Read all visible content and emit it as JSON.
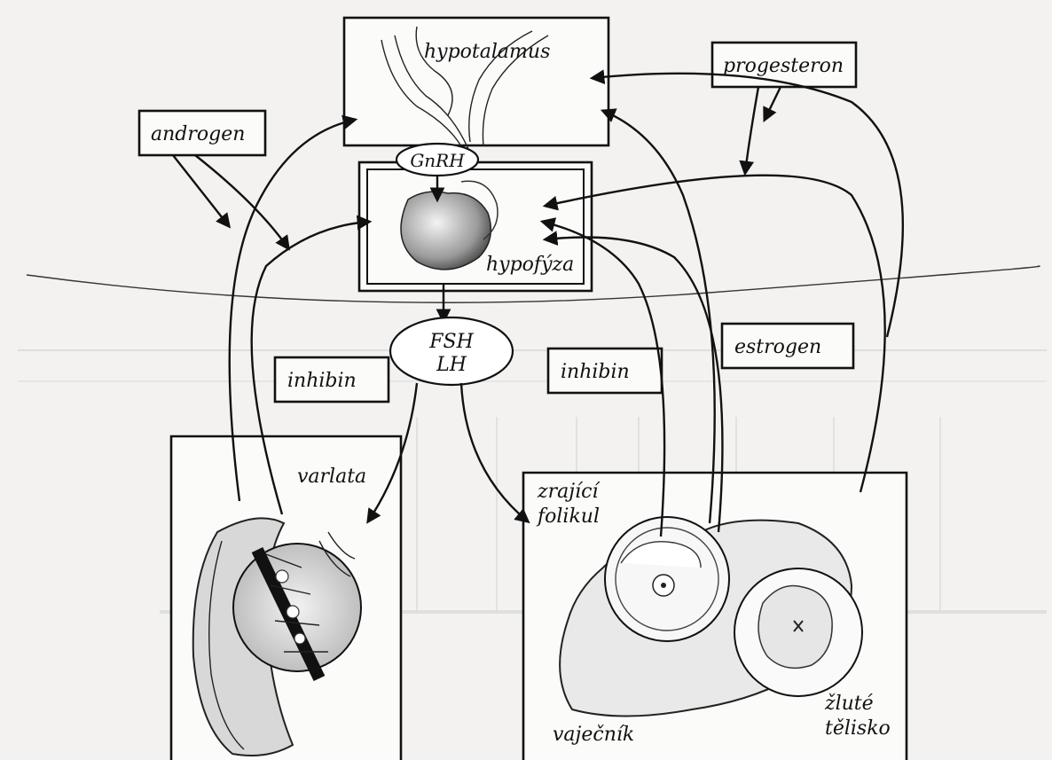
{
  "labels": {
    "hypothalamus": "hypotalamus",
    "progesterone": "progesteron",
    "androgen": "androgen",
    "gnrh": "GnRH",
    "pituitary": "hypofýza",
    "fsh": "FSH",
    "lh": "LH",
    "inhibin_left": "inhibin",
    "inhibin_right": "inhibin",
    "estrogen": "estrogen",
    "testes": "varlata",
    "follicle_line1": "zrající",
    "follicle_line2": "folikul",
    "ovary": "vaječník",
    "corpus_luteum_line1": "žluté",
    "corpus_luteum_line2": "tělisko"
  },
  "colors": {
    "ink": "#111111",
    "paper": "#f3f2f0",
    "bleed": "#cfcfcf"
  }
}
